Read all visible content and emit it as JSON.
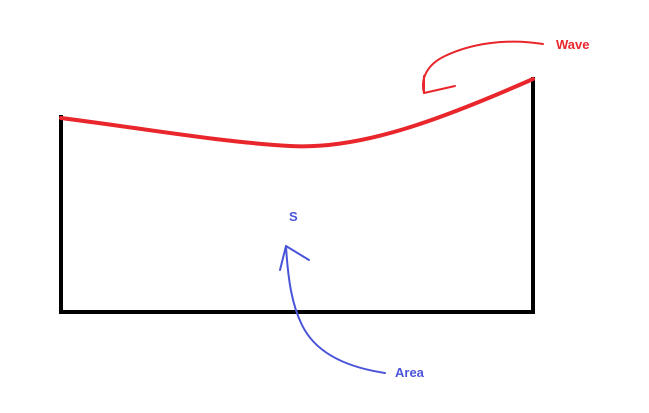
{
  "labels": {
    "wave": "Wave",
    "area_symbol": "S",
    "area": "Area"
  },
  "colors": {
    "wave": "#e8262b",
    "area": "#4a54d8",
    "outline": "#000000",
    "background": "#ffffff"
  }
}
